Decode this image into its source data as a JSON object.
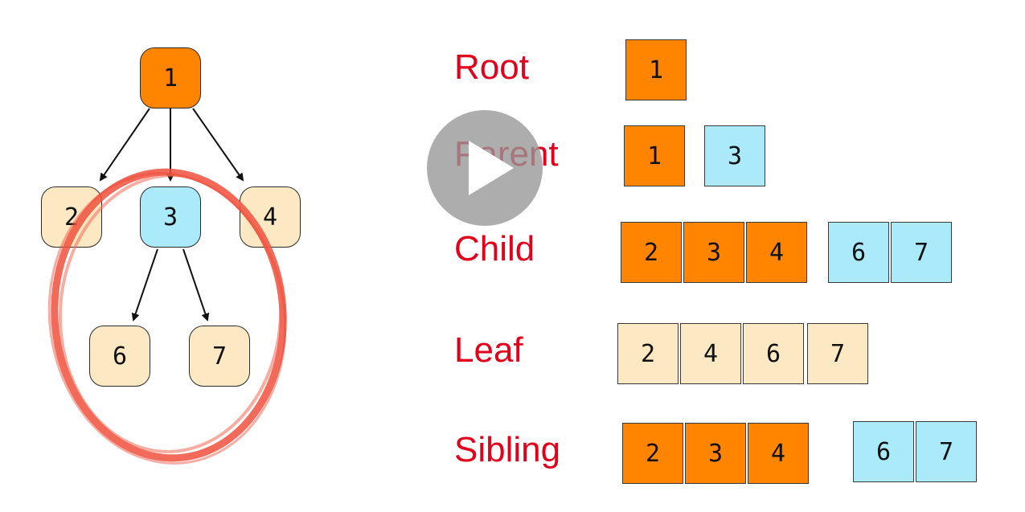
{
  "tree": {
    "nodes": [
      {
        "id": "n1",
        "label": "1",
        "color": "#ff8400"
      },
      {
        "id": "n2",
        "label": "2",
        "color": "#fde8c4"
      },
      {
        "id": "n3",
        "label": "3",
        "color": "#aaeafa"
      },
      {
        "id": "n4",
        "label": "4",
        "color": "#fde8c4"
      },
      {
        "id": "n6",
        "label": "6",
        "color": "#fde8c4"
      },
      {
        "id": "n7",
        "label": "7",
        "color": "#fde8c4"
      }
    ],
    "edges": [
      [
        "1",
        "2"
      ],
      [
        "1",
        "3"
      ],
      [
        "1",
        "4"
      ],
      [
        "3",
        "6"
      ],
      [
        "3",
        "7"
      ]
    ]
  },
  "rows": {
    "root": {
      "term": "Root",
      "groups": [
        [
          "1"
        ]
      ]
    },
    "parent": {
      "term": "Parent",
      "groups": [
        [
          "1"
        ],
        [
          "3"
        ]
      ]
    },
    "child": {
      "term": "Child",
      "groups": [
        [
          "2",
          "3",
          "4"
        ],
        [
          "6",
          "7"
        ]
      ]
    },
    "leaf": {
      "term": "Leaf",
      "groups": [
        [
          "2",
          "4",
          "6",
          "7"
        ]
      ]
    },
    "sibling": {
      "term": "Sibling",
      "groups": [
        [
          "2",
          "3",
          "4"
        ],
        [
          "6",
          "7"
        ]
      ]
    }
  },
  "colors": {
    "orange": "#ff8400",
    "blue": "#aaeafa",
    "cream": "#fde8c4",
    "term": "#e3001b",
    "annotation": "#f0503c"
  },
  "overlay": {
    "icon": "play-icon"
  }
}
